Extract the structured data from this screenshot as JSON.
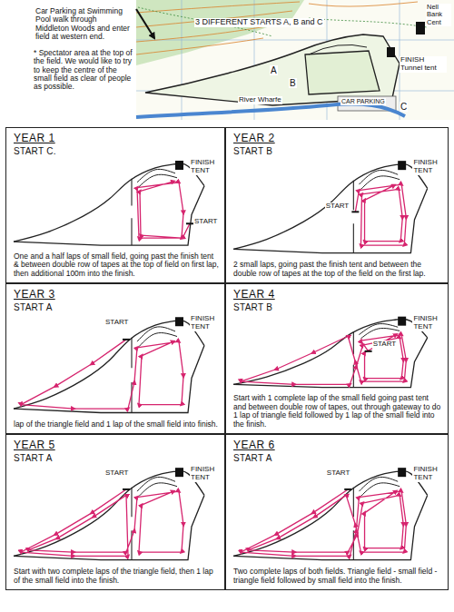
{
  "diagram": {
    "nodes": [
      {
        "text": [
          "YEAR 1",
          "START C.",
          "One and a half laps of small field, going past the finish tent & between double row of tapes at the top of field on first lap, then additional 100m into the finish."
        ]
      },
      {
        "text": [
          "YEAR 2",
          "START B",
          "2 small laps, going past the finish tent and between the double row of tapes at the top of the field on the first lap."
        ]
      },
      {
        "text": [
          "YEAR 3",
          "START A",
          "lap of the triangle field and 1 lap of the small field into finish."
        ]
      },
      {
        "text": [
          "YEAR 4",
          "START B",
          "Start with 1 complete lap of the small field going past tent and between double row of tapes, out through gateway to do 1 lap of triangle field followed by 1 lap of the small field into the finish."
        ]
      },
      {
        "text": [
          "YEAR 5",
          "START A",
          "Start with two complete laps of the triangle field, then 1 lap of the small field into the finish."
        ]
      },
      {
        "text": [
          "YEAR 6",
          "START A",
          "Two complete laps of both fields. Triangle field - small field - triangle field followed by small field into the finish."
        ]
      }
    ],
    "labels": [
      "Car Parking at Swimming Pool walk through Middleton Woods and enter field at western end.",
      "* Spectator area at the top of the field. We would like to try to keep the centre of the small field as clear of people as possible.",
      "3 DIFFERENT STARTS A, B and C",
      "Nell Bank Cent",
      "A",
      "B",
      "FINISH Tunnel tent",
      "River Wharfe",
      "CAR PARKING",
      "C",
      "FINISH TENT",
      "START",
      "FINISH TENT",
      "START",
      "START",
      "FINISH TENT",
      "START",
      "FINISH TENT",
      "START",
      "FINISH TENT",
      "START",
      "FINISH TENT"
    ]
  }
}
